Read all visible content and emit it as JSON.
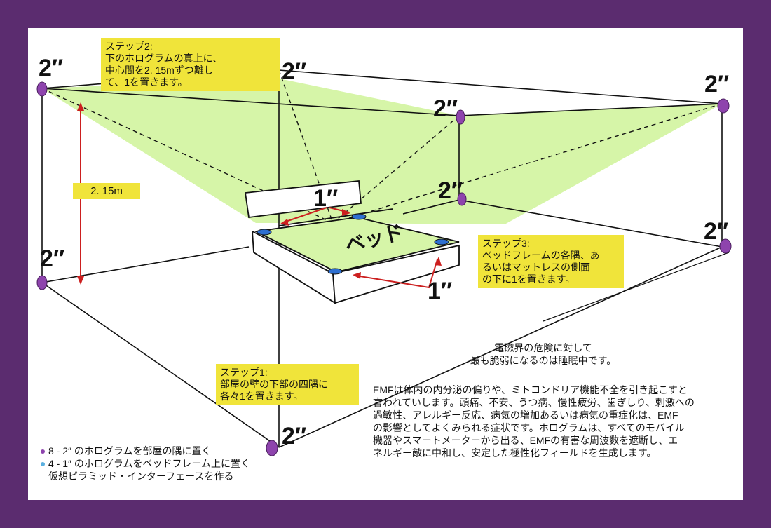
{
  "colors": {
    "border": "#5b2c6f",
    "ceiling_fill": "#d6f5a8",
    "note_bg": "#f0e43a",
    "corner_dot": "#8e44ad",
    "bed_dot": "#2e6fd0",
    "arrow": "#cc1f1f"
  },
  "steps": {
    "step2": {
      "lines": [
        "ステップ2:",
        "下のホログラムの真上に、",
        "中心間を2. 15mずつ離し",
        "て、1を置きます。"
      ]
    },
    "step3": {
      "lines": [
        "ステップ3:",
        "ベッドフレームの各隅、あ",
        "るいはマットレスの側面",
        "の下に1を置きます。"
      ]
    },
    "step1": {
      "lines": [
        "ステップ1:",
        "部屋の壁の下部の四隅に",
        "各々1を置きます。"
      ]
    }
  },
  "labels": {
    "corner_size": "2″",
    "bed_size": "1″",
    "bed": "ベッド",
    "height": "2. 15m"
  },
  "headline": [
    "電磁界の危険に対して",
    "最も脆弱になるのは睡眠中です。"
  ],
  "paragraph": [
    "EMFは体内の内分泌の偏りや、ミトコンドリア機能不全を引き起こすと",
    "言われていします。頭痛、不安、うつ病、慢性疲労、歯ぎしり、刺激への",
    "過敏性、アレルギー反応、病気の増加あるいは病気の重症化は、EMF",
    "の影響としてよくみられる症状です。ホログラムは、すべてのモバイル",
    "機器やスマートメーターから出る、EMFの有害な周波数を遮断し、エ",
    "ネルギー敵に中和し、安定した極性化フィールドを生成します。"
  ],
  "legend": {
    "items": [
      {
        "text": "8 - 2″ のホログラムを部屋の隅に置く",
        "color": "#8e44ad"
      },
      {
        "text": "4 - 1″ のホログラムをベッドフレーム上に置く",
        "color": "#5bb0e0"
      }
    ],
    "footer": "仮想ピラミッド・インターフェースを作る"
  }
}
